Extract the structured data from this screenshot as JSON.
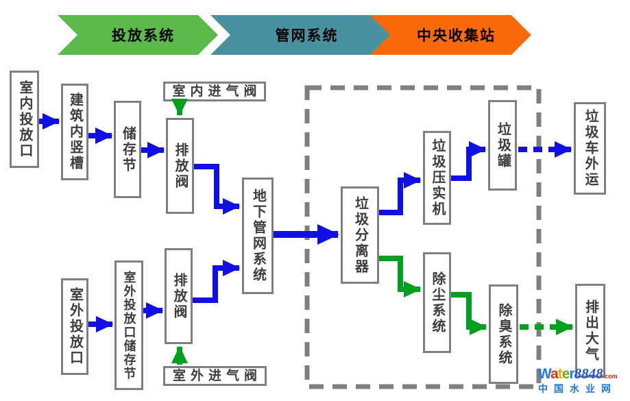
{
  "banners": [
    {
      "label": "投放系统",
      "color": "#5cb94c"
    },
    {
      "label": "管网系统",
      "color": "#47929e"
    },
    {
      "label": "中央收集站",
      "color": "#fa6a0a"
    }
  ],
  "boxes": {
    "indoor_inlet": "室内投放口",
    "building_chute": "建筑内竖槽",
    "storage_node": "储存节",
    "indoor_air_valve": "室内进气阀",
    "discharge_valve_top": "排放阀",
    "underground_network": "地下管网系统",
    "separator": "垃圾分离器",
    "compactor": "垃圾压实机",
    "waste_tank": "垃圾罐",
    "truck_out": "垃圾车外运",
    "outdoor_inlet": "室外投放口",
    "outdoor_storage": "室外投放口储存节",
    "discharge_valve_bottom": "排放阀",
    "outdoor_air_valve": "室外进气阀",
    "dust_system": "除尘系统",
    "deodor_system": "除臭系统",
    "exhaust": "排出大气"
  },
  "colors": {
    "arrow_blue": "#0f0fe6",
    "arrow_green": "#00a01e",
    "dash_gray": "#7f7f7f",
    "box_border": "#7f7f7f"
  },
  "watermark": {
    "letters": [
      {
        "ch": "W",
        "color": "#1e78e0"
      },
      {
        "ch": "a",
        "color": "#e23400"
      },
      {
        "ch": "t",
        "color": "#f0a800"
      },
      {
        "ch": "e",
        "color": "#6fae0c"
      },
      {
        "ch": "r",
        "color": "#1e78e0"
      }
    ],
    "number": "8848",
    "number_color": "#2255d5",
    "tld": ".com",
    "tld_color": "#e02800",
    "line2": "中国水业网",
    "line2_color": "#1e78e0"
  }
}
